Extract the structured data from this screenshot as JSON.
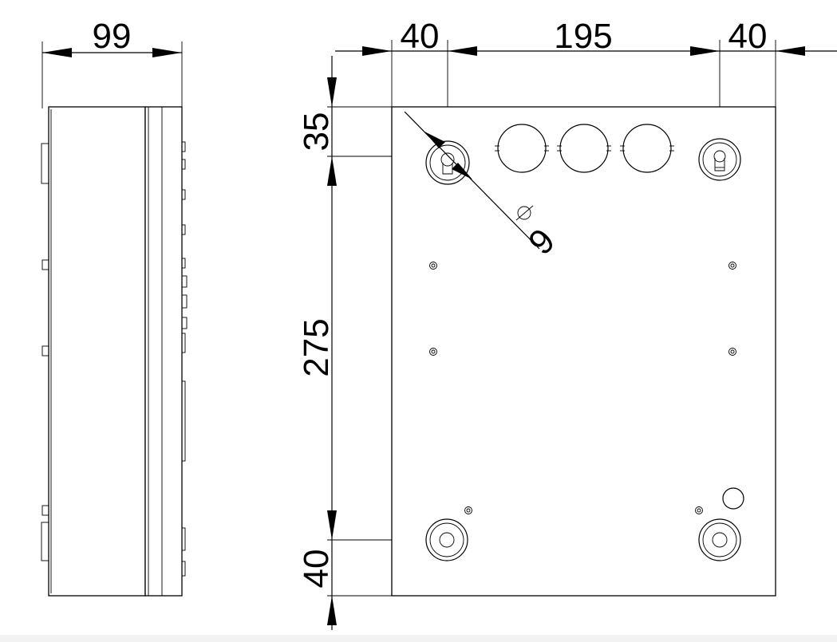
{
  "dimensions": {
    "side_depth": "99",
    "left_margin": "40",
    "hole_spacing": "195",
    "right_margin": "40",
    "top_offset": "35",
    "vertical_spacing": "275",
    "bottom_offset": "40",
    "hole_diameter": "6"
  },
  "colors": {
    "line": "#000000",
    "background": "#ffffff"
  }
}
